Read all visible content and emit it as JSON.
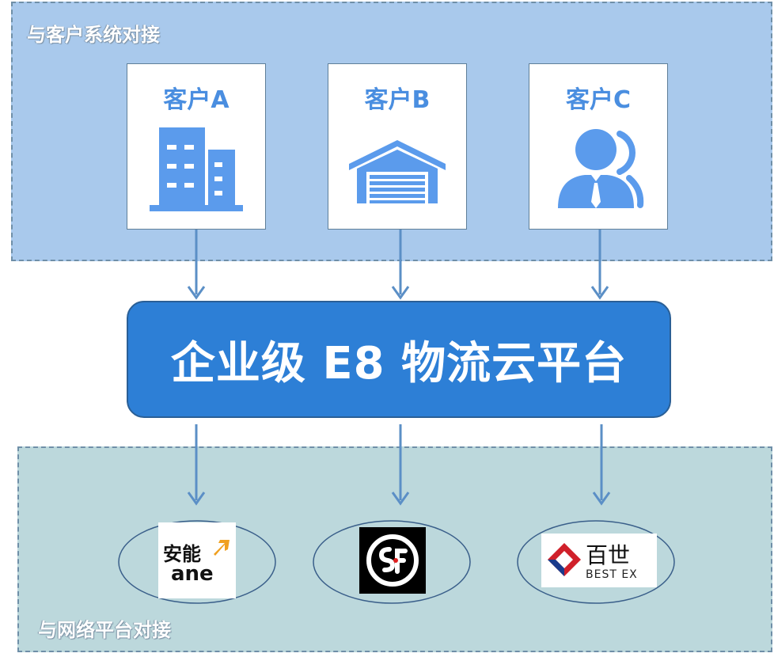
{
  "zones": {
    "top_label": "与客户系统对接",
    "bottom_label": "与网络平台对接"
  },
  "customers": [
    {
      "label": "客户A",
      "icon": "office-building-icon"
    },
    {
      "label": "客户B",
      "icon": "warehouse-icon"
    },
    {
      "label": "客户C",
      "icon": "business-person-icon"
    }
  ],
  "platform": {
    "title": "企业级 E8 物流云平台"
  },
  "partners": [
    {
      "name": "ane",
      "logo_text_cn": "安能",
      "logo_text_en": "ane",
      "icon": "ane-logo"
    },
    {
      "name": "sf",
      "icon": "sf-express-logo"
    },
    {
      "name": "best",
      "logo_text_cn": "百世",
      "logo_text_en": "BEST EX",
      "icon": "best-express-logo"
    }
  ],
  "colors": {
    "top_zone": "#a9c9ec",
    "bottom_zone": "#bcd8dc",
    "platform": "#2d7fd6",
    "card_title": "#4a8ee0",
    "icon_blue": "#5b9bec",
    "arrow": "#5b8fc6",
    "ane_orange": "#f0a020",
    "best_red": "#d0202a",
    "best_blue": "#1a3b8c"
  }
}
